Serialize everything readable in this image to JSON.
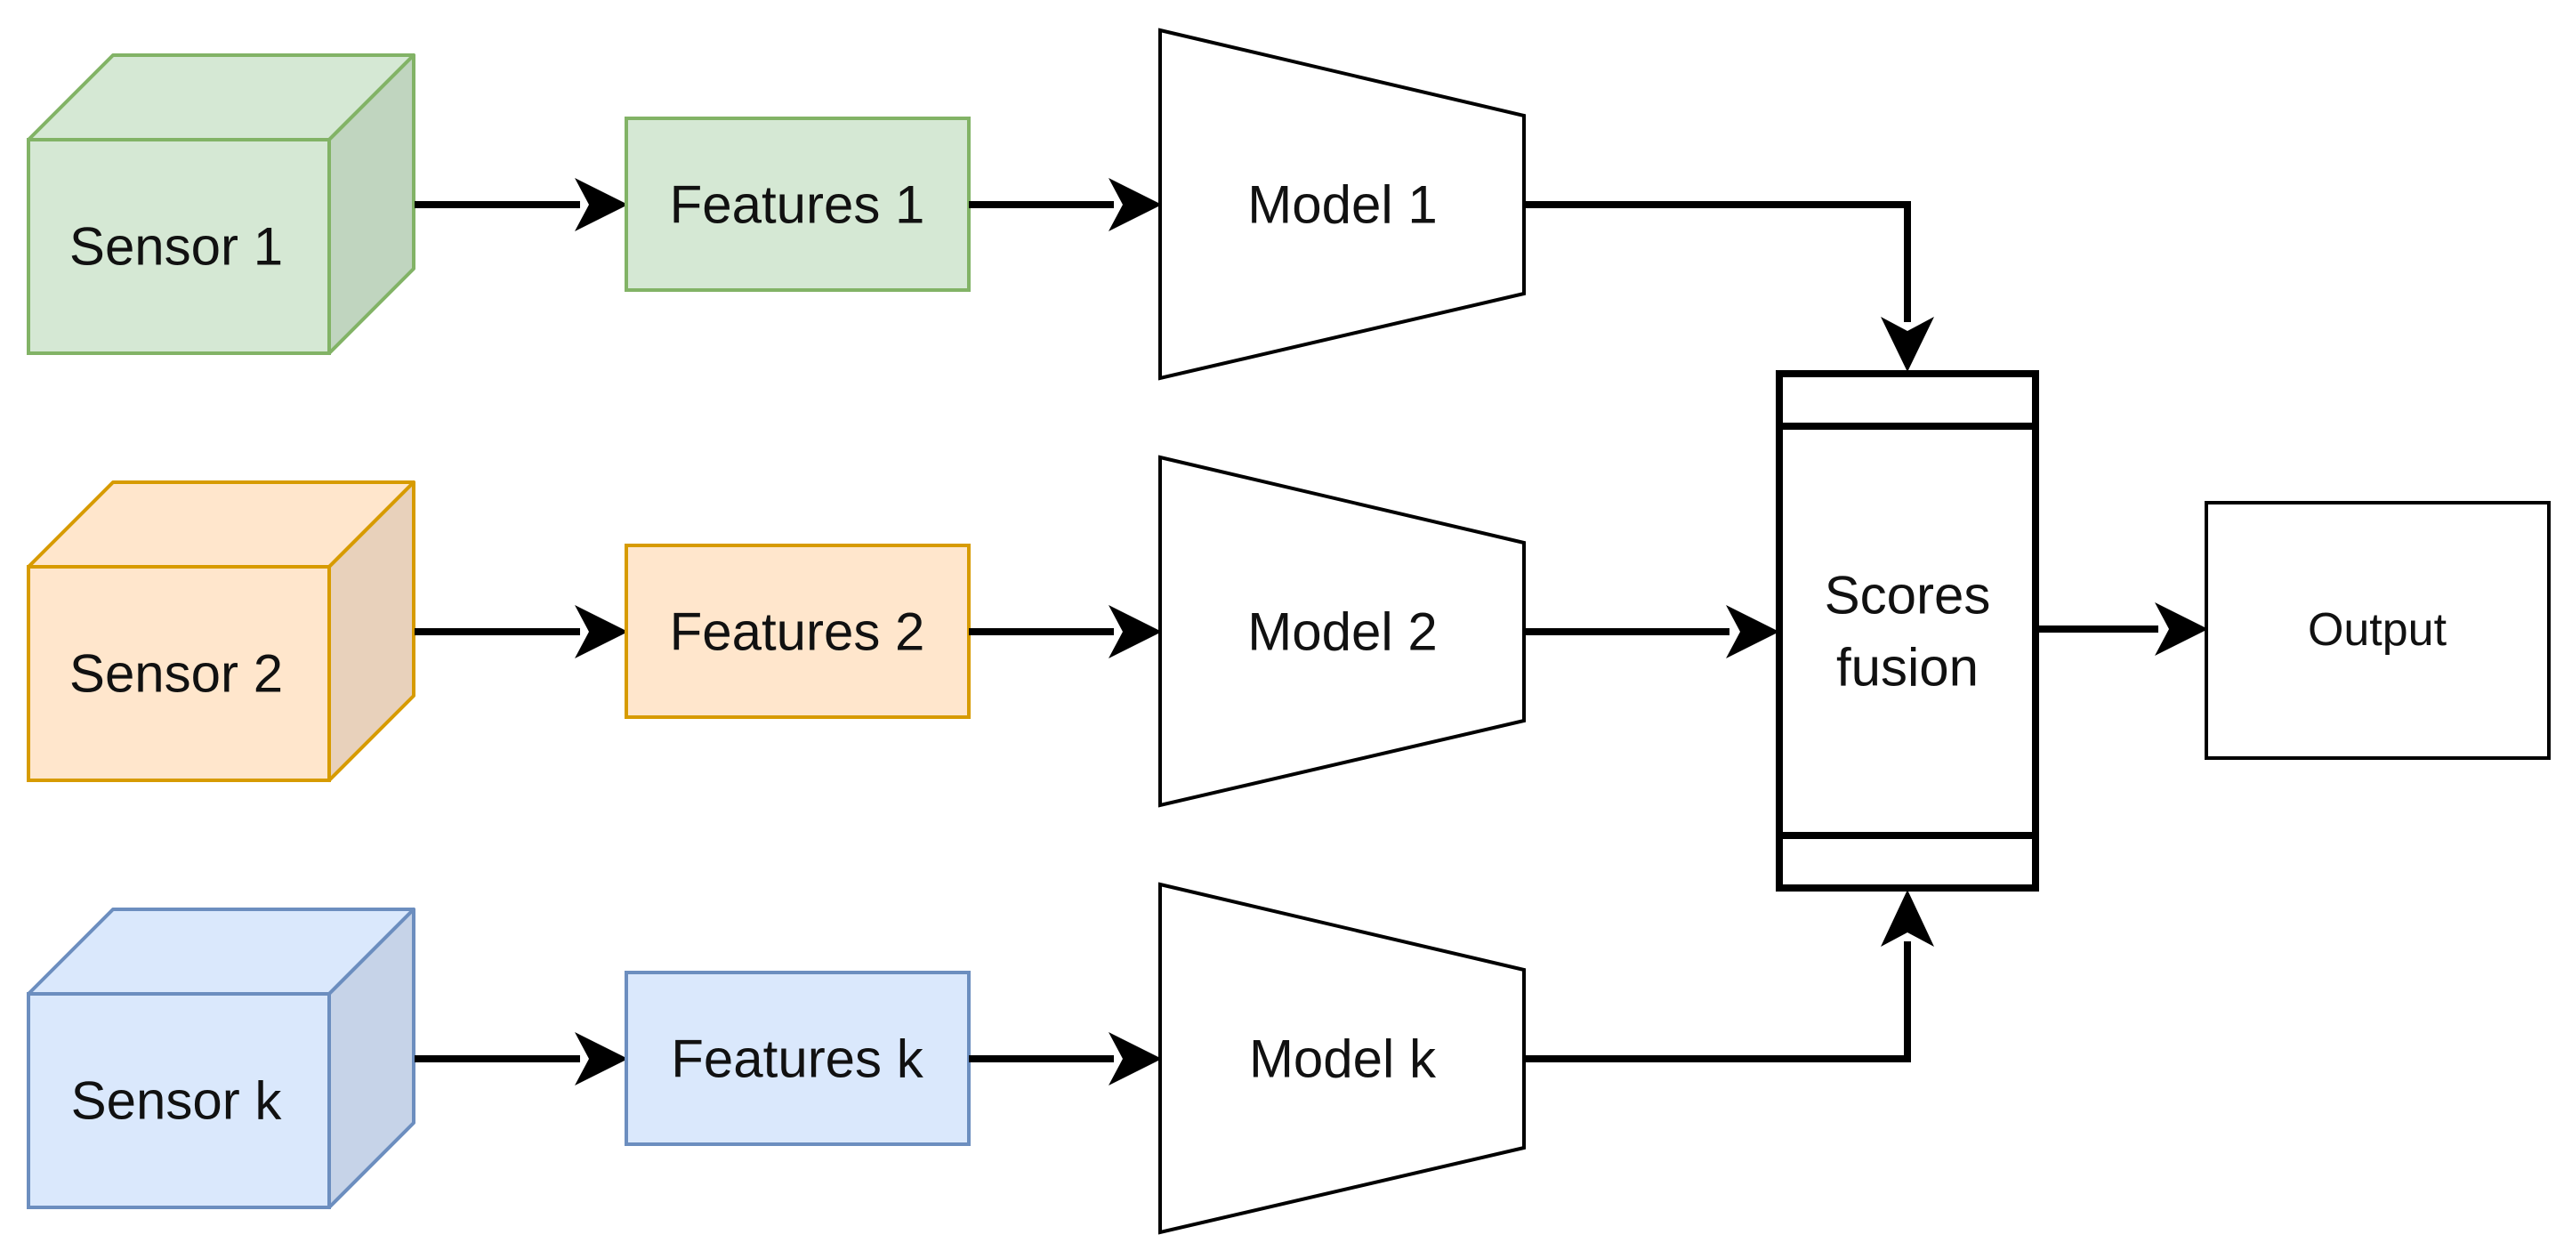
{
  "sensors": [
    {
      "label": "Sensor 1",
      "fill": "#d5e8d4",
      "side": "#c0d5bf",
      "stroke": "#82b366"
    },
    {
      "label": "Sensor 2",
      "fill": "#ffe6cc",
      "side": "#e8d1bb",
      "stroke": "#d79b00"
    },
    {
      "label": "Sensor k",
      "fill": "#dae8fc",
      "side": "#c6d3e8",
      "stroke": "#6c8ebf"
    }
  ],
  "features": [
    {
      "label": "Features 1"
    },
    {
      "label": "Features 2"
    },
    {
      "label": "Features k"
    }
  ],
  "models": [
    {
      "label": "Model 1"
    },
    {
      "label": "Model 2"
    },
    {
      "label": "Model k"
    }
  ],
  "fusion": {
    "line1": "Scores",
    "line2": "fusion"
  },
  "output": {
    "label": "Output"
  }
}
